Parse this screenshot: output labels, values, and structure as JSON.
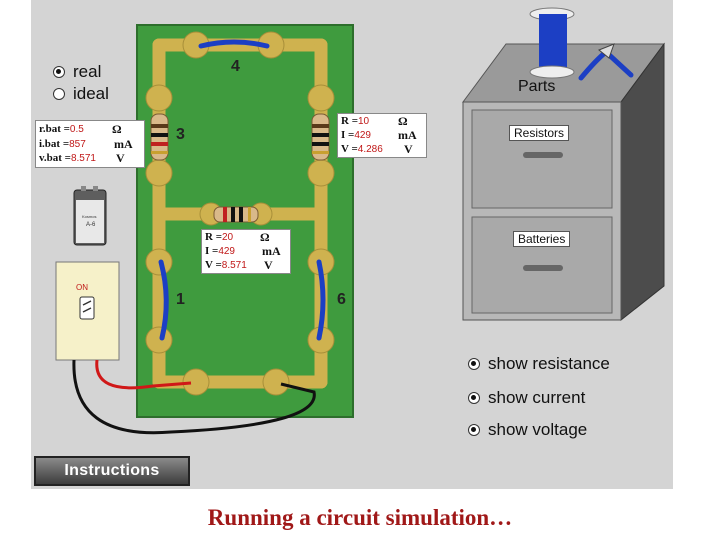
{
  "modes": [
    {
      "label": "real",
      "selected": true
    },
    {
      "label": "ideal",
      "selected": false
    }
  ],
  "battery_readout": {
    "rows": [
      {
        "key": "r.bat =",
        "value": "0.5",
        "unit": "Ω"
      },
      {
        "key": "i.bat =",
        "value": "857",
        "unit": "mA"
      },
      {
        "key": "v.bat =",
        "value": "8.571",
        "unit": "V"
      }
    ]
  },
  "resistor_top_readout": {
    "rows": [
      {
        "key": "R =",
        "value": "10",
        "unit": "Ω"
      },
      {
        "key": "I =",
        "value": "429",
        "unit": "mA"
      },
      {
        "key": "V =",
        "value": "4.286",
        "unit": "V"
      }
    ]
  },
  "resistor_mid_readout": {
    "rows": [
      {
        "key": "R =",
        "value": "20",
        "unit": "Ω"
      },
      {
        "key": "I =",
        "value": "429",
        "unit": "mA"
      },
      {
        "key": "V =",
        "value": "8.571",
        "unit": "V"
      }
    ]
  },
  "node_labels": [
    "4",
    "3",
    "1",
    "6"
  ],
  "battery_label": {
    "brand": "Kosmos",
    "model": "A-6"
  },
  "switch_label": "ON",
  "parts": {
    "title": "Parts",
    "drawers": [
      "Resistors",
      "Batteries"
    ]
  },
  "show_options": [
    {
      "label": "show resistance",
      "selected": true
    },
    {
      "label": "show current",
      "selected": true
    },
    {
      "label": "show voltage",
      "selected": true
    }
  ],
  "instructions_label": "Instructions",
  "caption": "Running a circuit simulation…",
  "colors": {
    "board": "#3f9b3e",
    "trace": "#cfb24f",
    "wire": "#1c3fc4",
    "value_text": "#c01818",
    "caption": "#a01818"
  }
}
